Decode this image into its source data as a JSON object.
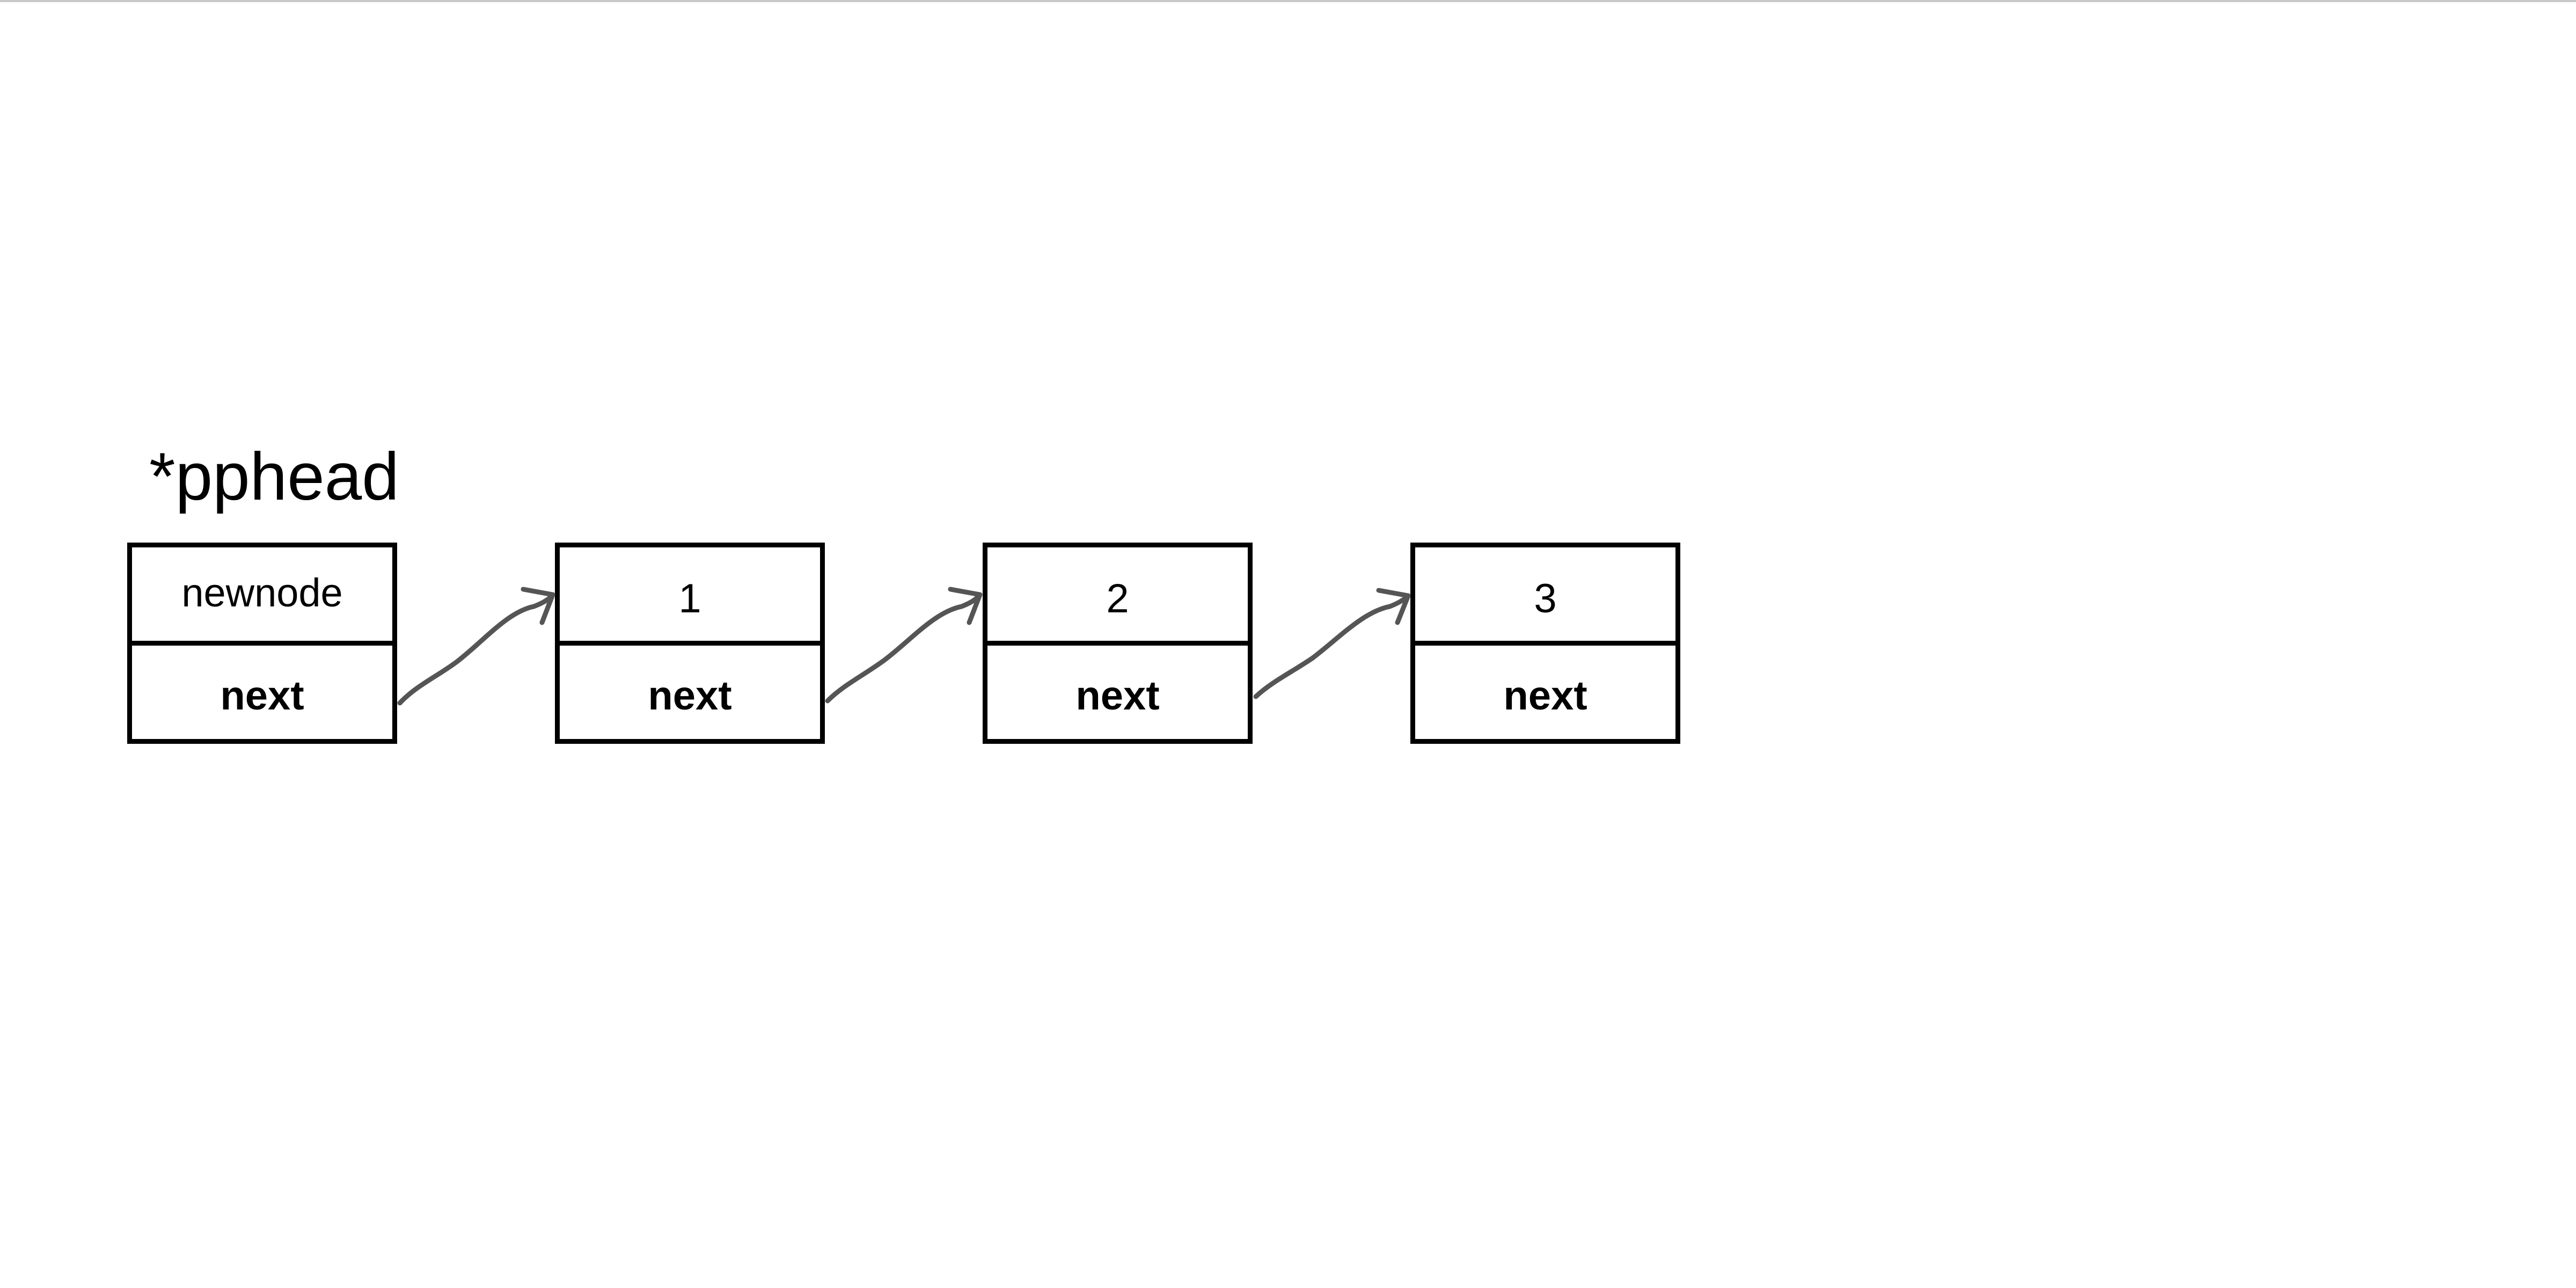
{
  "diagram": {
    "head_label": "*pphead",
    "nodes": [
      {
        "data": "newnode",
        "next": "next"
      },
      {
        "data": "1",
        "next": "next"
      },
      {
        "data": "2",
        "next": "next"
      },
      {
        "data": "3",
        "next": "next"
      }
    ],
    "colors": {
      "stroke": "#000000",
      "arrow": "#555555",
      "background": "#ffffff"
    }
  }
}
